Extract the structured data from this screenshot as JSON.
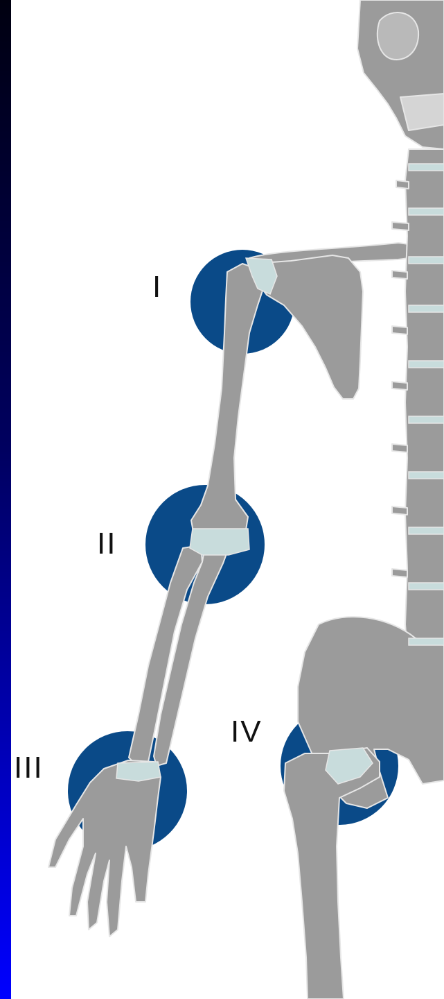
{
  "colors": {
    "sidebar_top": "#000010",
    "sidebar_bottom": "#0000ff",
    "highlight_disc": "#0a4a88",
    "bone": "#9b9b9b",
    "cartilage": "#c8dcdc",
    "bone_outline": "#e6e6e6",
    "background": "#ffffff"
  },
  "icons": [
    "skeleton-illustration",
    "joint-highlight-disc"
  ],
  "labels": {
    "shoulder": "I",
    "elbow": "II",
    "wrist": "III",
    "hip": "IV"
  }
}
